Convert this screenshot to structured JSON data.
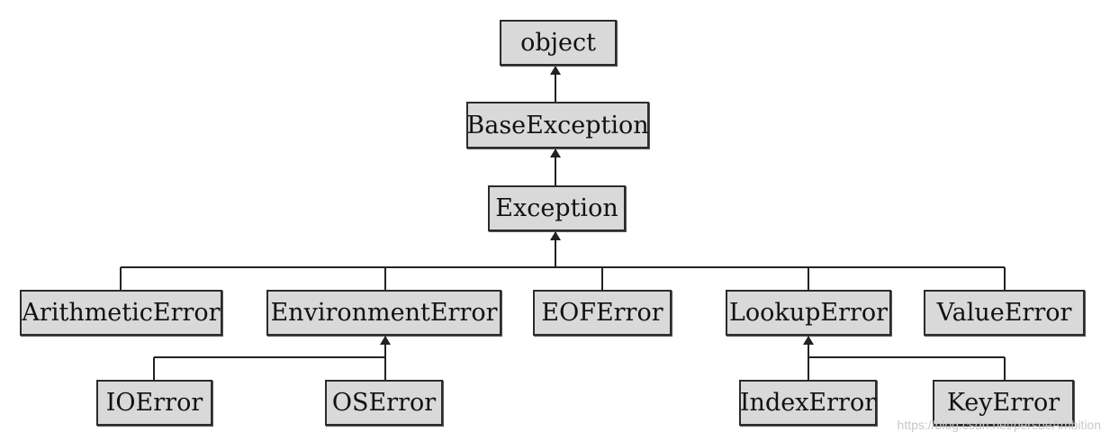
{
  "nodes": {
    "object": "object",
    "base_exception": "BaseException",
    "exception": "Exception",
    "arithmetic_error": "ArithmeticError",
    "environment_error": "EnvironmentError",
    "eof_error": "EOFError",
    "lookup_error": "LookupError",
    "value_error": "ValueError",
    "io_error": "IOError",
    "os_error": "OSError",
    "index_error": "IndexError",
    "key_error": "KeyError"
  },
  "edges": [
    [
      "base_exception",
      "object"
    ],
    [
      "exception",
      "base_exception"
    ],
    [
      "arithmetic_error",
      "exception"
    ],
    [
      "environment_error",
      "exception"
    ],
    [
      "eof_error",
      "exception"
    ],
    [
      "lookup_error",
      "exception"
    ],
    [
      "value_error",
      "exception"
    ],
    [
      "io_error",
      "environment_error"
    ],
    [
      "os_error",
      "environment_error"
    ],
    [
      "index_error",
      "lookup_error"
    ],
    [
      "key_error",
      "lookup_error"
    ]
  ],
  "watermark": "https://blog.csdn.net/persueAmbition"
}
